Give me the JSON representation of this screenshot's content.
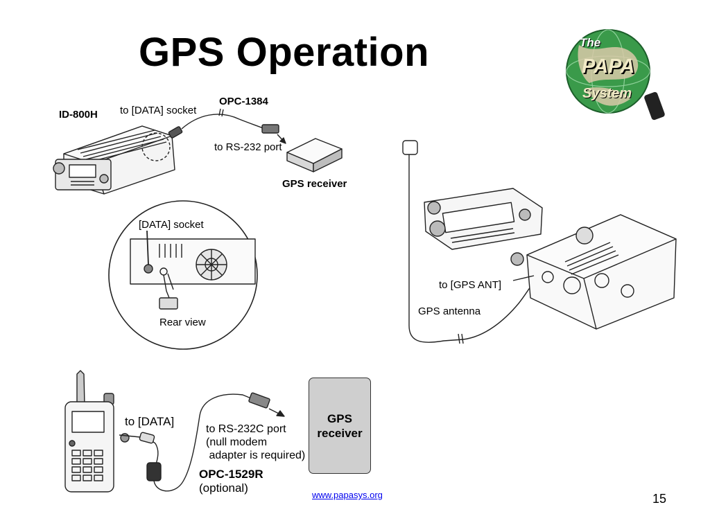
{
  "slide": {
    "title": "GPS Operation",
    "page_number": "15",
    "footer_link": "www.papasys.org",
    "logo_text": {
      "line1": "The",
      "line2": "PAPA",
      "line3": "System"
    }
  },
  "diagram_top": {
    "radio_model": "ID-800H",
    "to_data_socket": "to [DATA] socket",
    "cable_name": "OPC-1384",
    "to_rs232": "to RS-232 port",
    "gps_receiver": "GPS receiver"
  },
  "inset": {
    "data_socket": "[DATA] socket",
    "rear_view": "Rear view"
  },
  "diagram_right": {
    "to_gps_ant": "to [GPS ANT]",
    "gps_antenna": "GPS antenna"
  },
  "diagram_bottom": {
    "to_data": "to [DATA]",
    "rs232c_note": "to RS-232C port\n(null modem\n adapter is required)",
    "cable_name": "OPC-1529R",
    "optional": "(optional)",
    "gps_box": "GPS\nreceiver"
  },
  "colors": {
    "gps_box_fill": "#cfcfcf",
    "link": "#0000ee",
    "logo_globe": "#2d8a3e"
  }
}
